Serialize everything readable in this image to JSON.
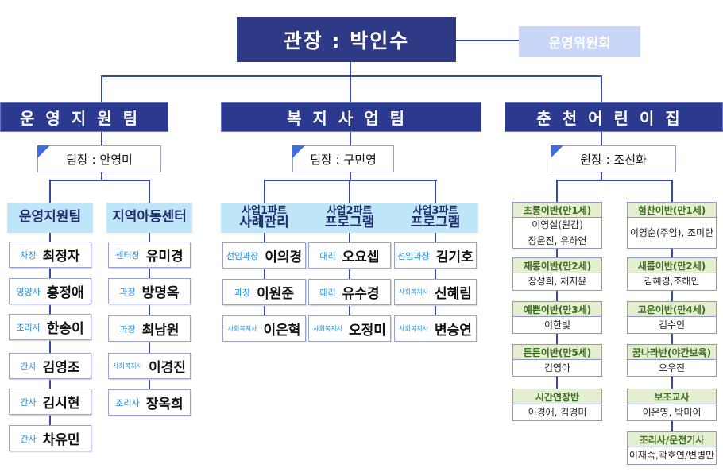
{
  "director": "관장 : 박인수",
  "committee": "운영위원회",
  "teams": [
    {
      "name": "운영지원팀",
      "leader": "팀장 : 안영미"
    },
    {
      "name": "복지사업팀",
      "leader": "팀장 : 구민영"
    },
    {
      "name": "춘천어린이집",
      "leader": "원장 : 조선화"
    }
  ],
  "groups": [
    {
      "title": [
        "운영지원팀"
      ],
      "staff": [
        {
          "role": "차장",
          "name": "최정자"
        },
        {
          "role": "영양사",
          "name": "홍정애"
        },
        {
          "role": "조리사",
          "name": "한송이"
        },
        {
          "role": "간사",
          "name": "김영조"
        },
        {
          "role": "간사",
          "name": "김시현"
        },
        {
          "role": "간사",
          "name": "차유민"
        }
      ]
    },
    {
      "title": [
        "지역아동센터"
      ],
      "staff": [
        {
          "role": "센터장",
          "name": "유미경"
        },
        {
          "role": "과장",
          "name": "방명옥"
        },
        {
          "role": "과장",
          "name": "최남원"
        },
        {
          "role": "사회복지사",
          "name": "이경진"
        },
        {
          "role": "조리사",
          "name": "장옥희"
        }
      ]
    },
    {
      "title": [
        "사업1파트",
        "사례관리"
      ],
      "staff": [
        {
          "role": "선임과장",
          "name": "이의경"
        },
        {
          "role": "과장",
          "name": "이원준"
        },
        {
          "role": "사회복지사",
          "name": "이은혁"
        }
      ]
    },
    {
      "title": [
        "사업2파트",
        "프로그램"
      ],
      "staff": [
        {
          "role": "대리",
          "name": "오요셉"
        },
        {
          "role": "대리",
          "name": "유수경"
        },
        {
          "role": "사회복지사",
          "name": "오정미"
        }
      ]
    },
    {
      "title": [
        "사업3파트",
        "프로그램"
      ],
      "staff": [
        {
          "role": "선임과장",
          "name": "김기호"
        },
        {
          "role": "사회복지사",
          "name": "신혜림"
        },
        {
          "role": "사회복지사",
          "name": "변승연"
        }
      ]
    }
  ],
  "classes_left": [
    {
      "title": "초롱이반(만1세)",
      "members": [
        "이영실(원감)",
        "장윤진, 유하연"
      ]
    },
    {
      "title": "재롱이반(만2세)",
      "members": [
        "장성희, 채지윤"
      ]
    },
    {
      "title": "예쁜이반(만3세)",
      "members": [
        "이한빛"
      ]
    },
    {
      "title": "튼튼이반(만5세)",
      "members": [
        "김영아"
      ]
    },
    {
      "title": "시간연장반",
      "members": [
        "이경애, 김경미"
      ]
    }
  ],
  "classes_right": [
    {
      "title": "힘찬이반(만1세)",
      "members": [
        "이영순(주임), 조미란"
      ]
    },
    {
      "title": "새롬이반(만2세)",
      "members": [
        "김혜경,조해인"
      ]
    },
    {
      "title": "고운이반(만4세)",
      "members": [
        "김수인"
      ]
    },
    {
      "title": "꿈나라반(야간보육)",
      "members": [
        "오우진"
      ]
    },
    {
      "title": "보조교사",
      "members": [
        "이은영, 박미이"
      ]
    },
    {
      "title": "조리사/운전기사",
      "members": [
        "이재숙,곽호연/변병만"
      ]
    }
  ]
}
